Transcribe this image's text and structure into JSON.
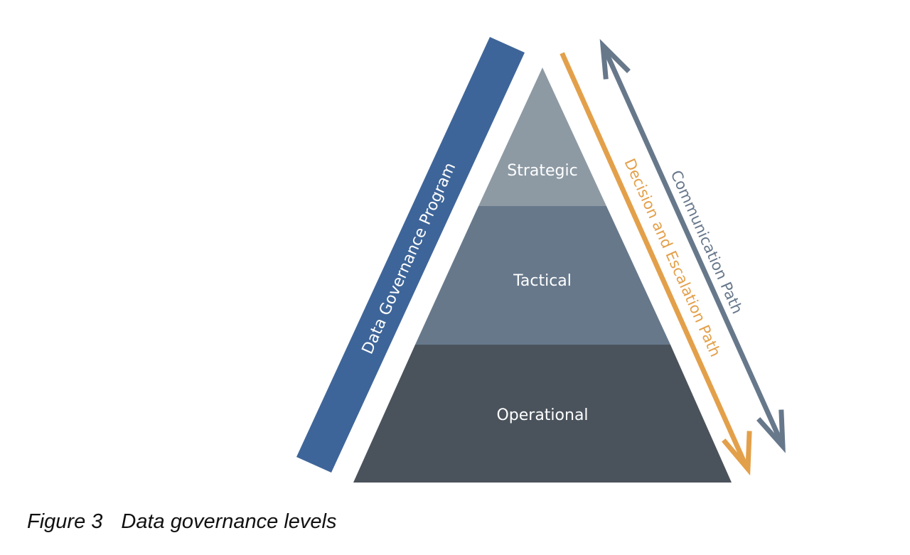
{
  "figure": {
    "caption_number": "Figure 3",
    "caption_title": "Data governance levels"
  },
  "program_band": {
    "label": "Data Governance Program"
  },
  "pyramid": {
    "tiers": [
      {
        "label": "Strategic"
      },
      {
        "label": "Tactical"
      },
      {
        "label": "Operational"
      }
    ]
  },
  "paths": {
    "decision_label": "Decision and Escalation Path",
    "communication_label": "Communication Path"
  },
  "colors": {
    "program_band": "#3e6599",
    "strategic": "#8d9aa4",
    "tactical": "#67788b",
    "operational": "#4a535c",
    "decision_path": "#e3a04a",
    "communication_path": "#67788b"
  }
}
